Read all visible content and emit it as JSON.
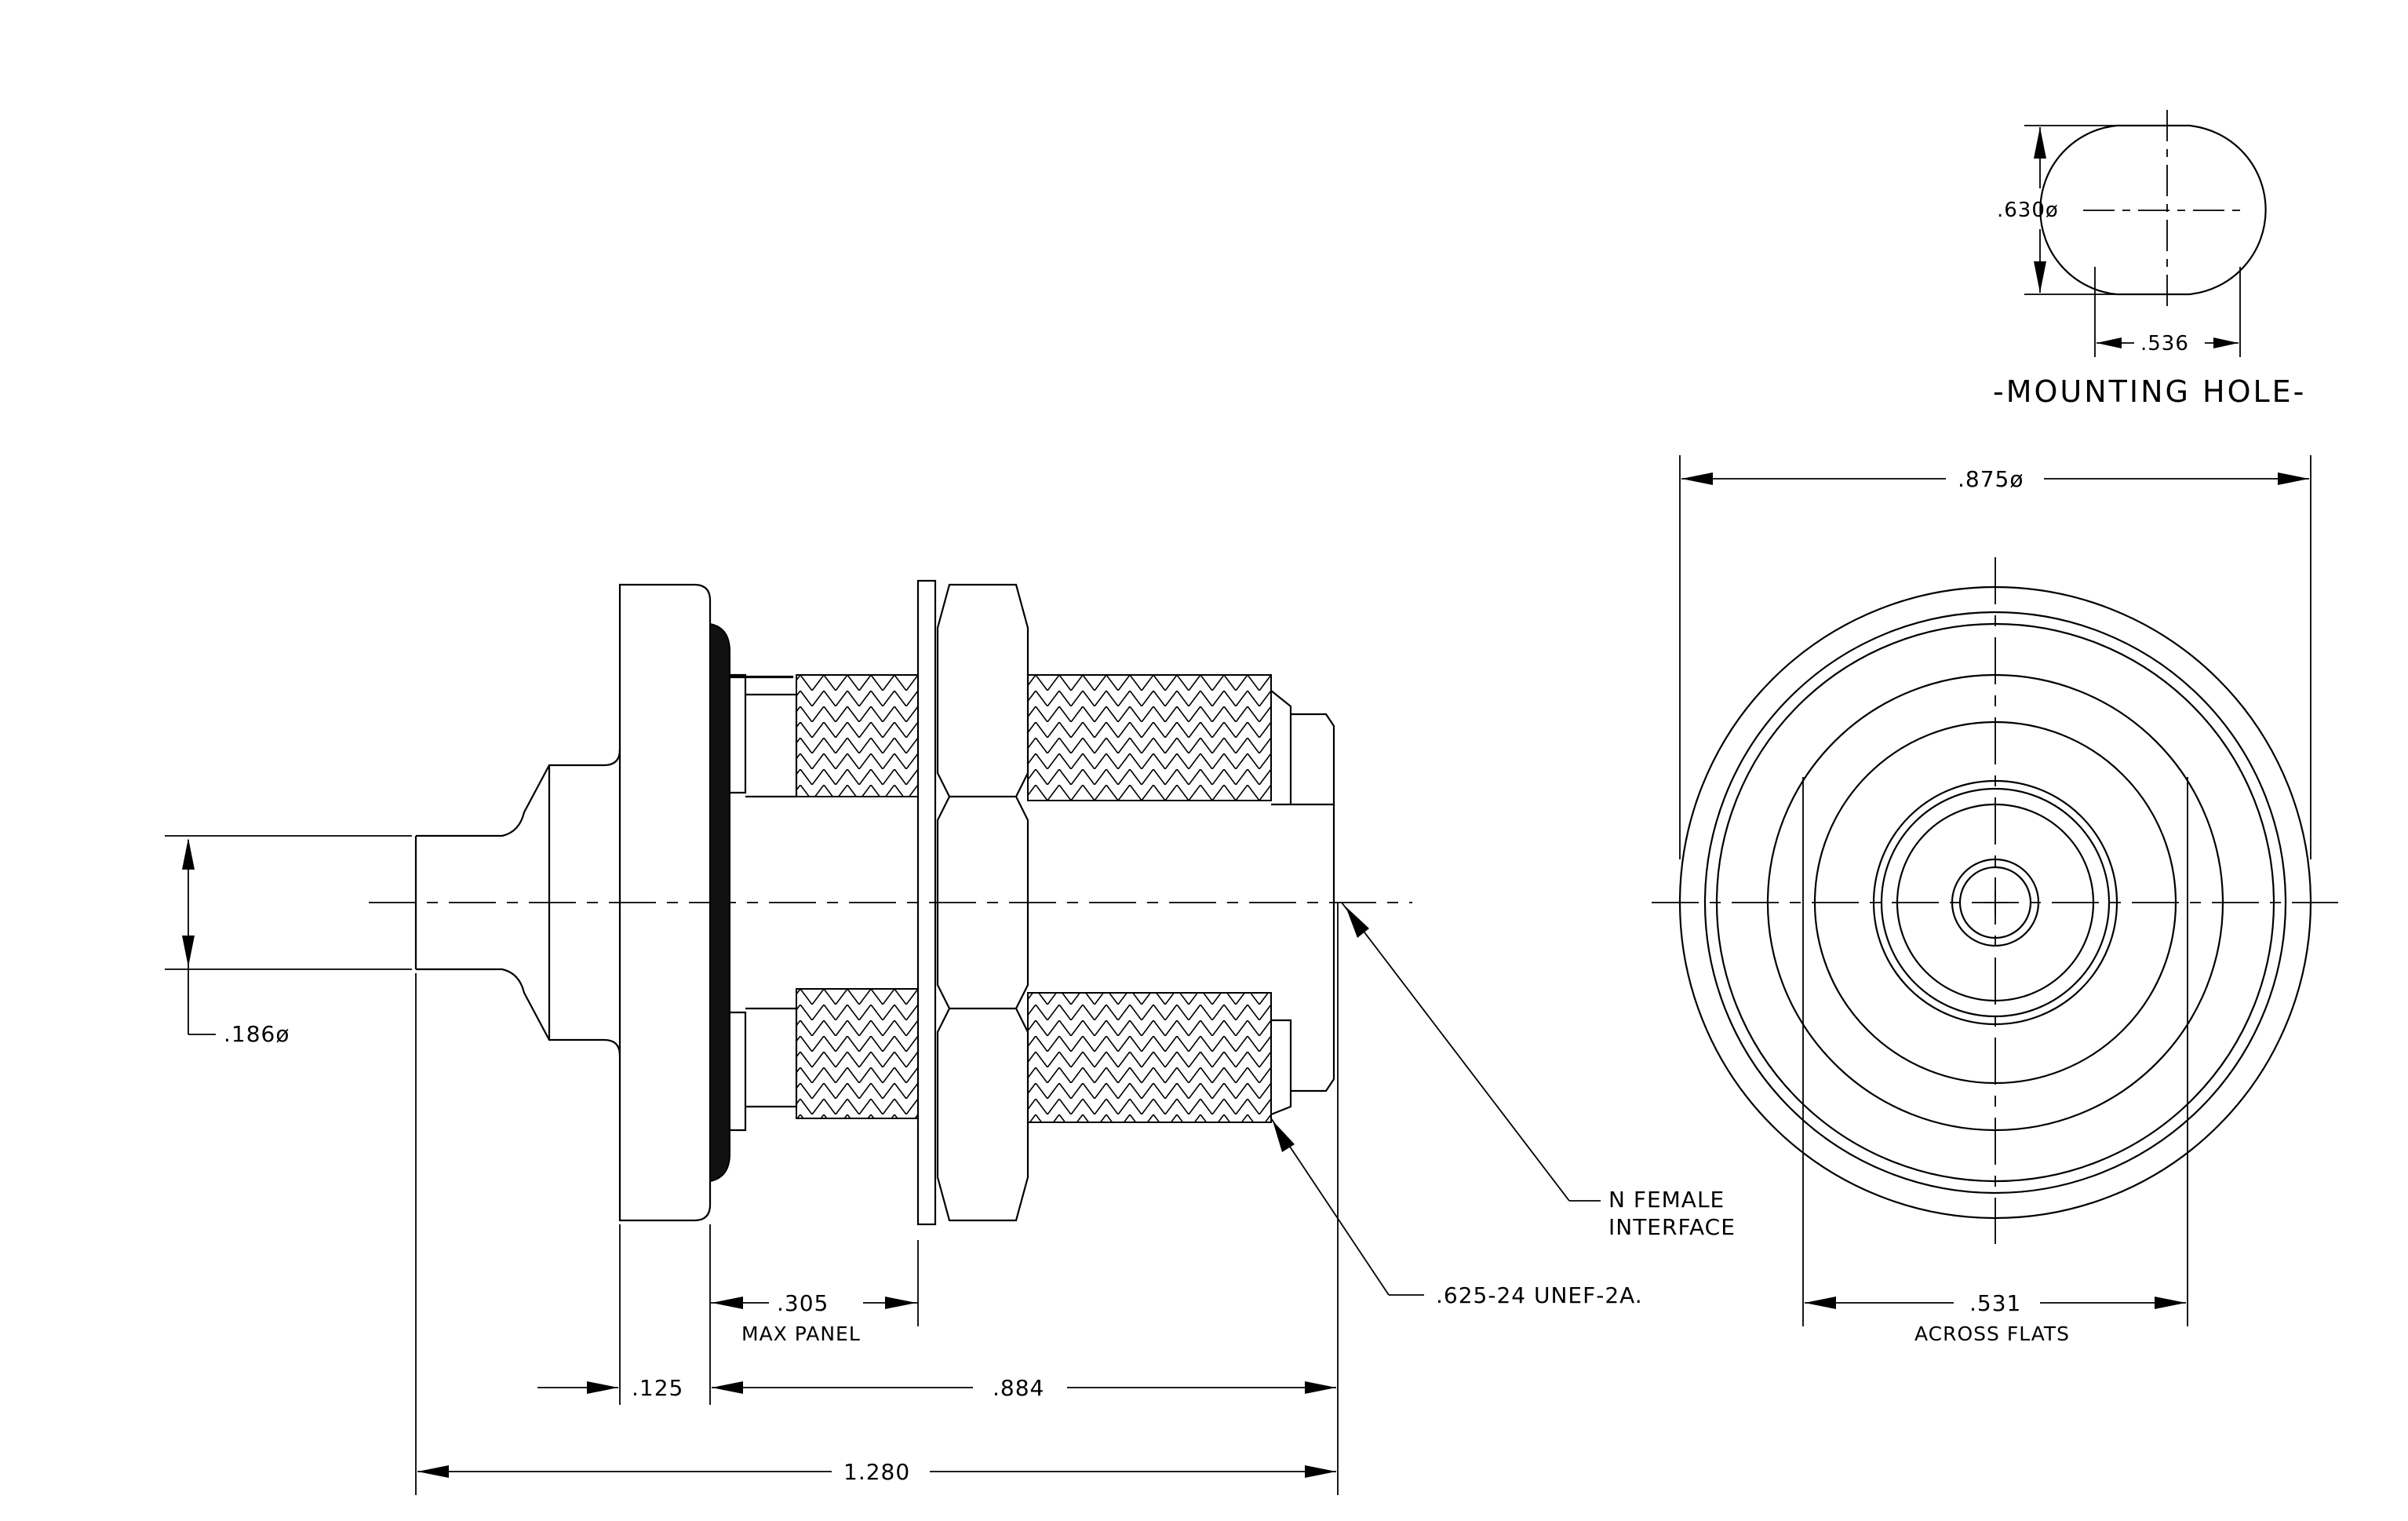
{
  "dimensions": {
    "mounting_hole_dia": ".630ø",
    "mounting_hole_flat": ".536",
    "mounting_hole_title": "-MOUNTING HOLE-",
    "body_dia": ".875ø",
    "pin_dia": ".186ø",
    "panel_thickness": ".305",
    "panel_label": "MAX PANEL",
    "flange": ".125",
    "body_length": ".884",
    "overall_length": "1.280",
    "across_flats": ".531",
    "across_flats_label": "ACROSS FLATS"
  },
  "callouts": {
    "interface_line1": "N FEMALE",
    "interface_line2": "INTERFACE",
    "thread": ".625-24 UNEF-2A."
  }
}
